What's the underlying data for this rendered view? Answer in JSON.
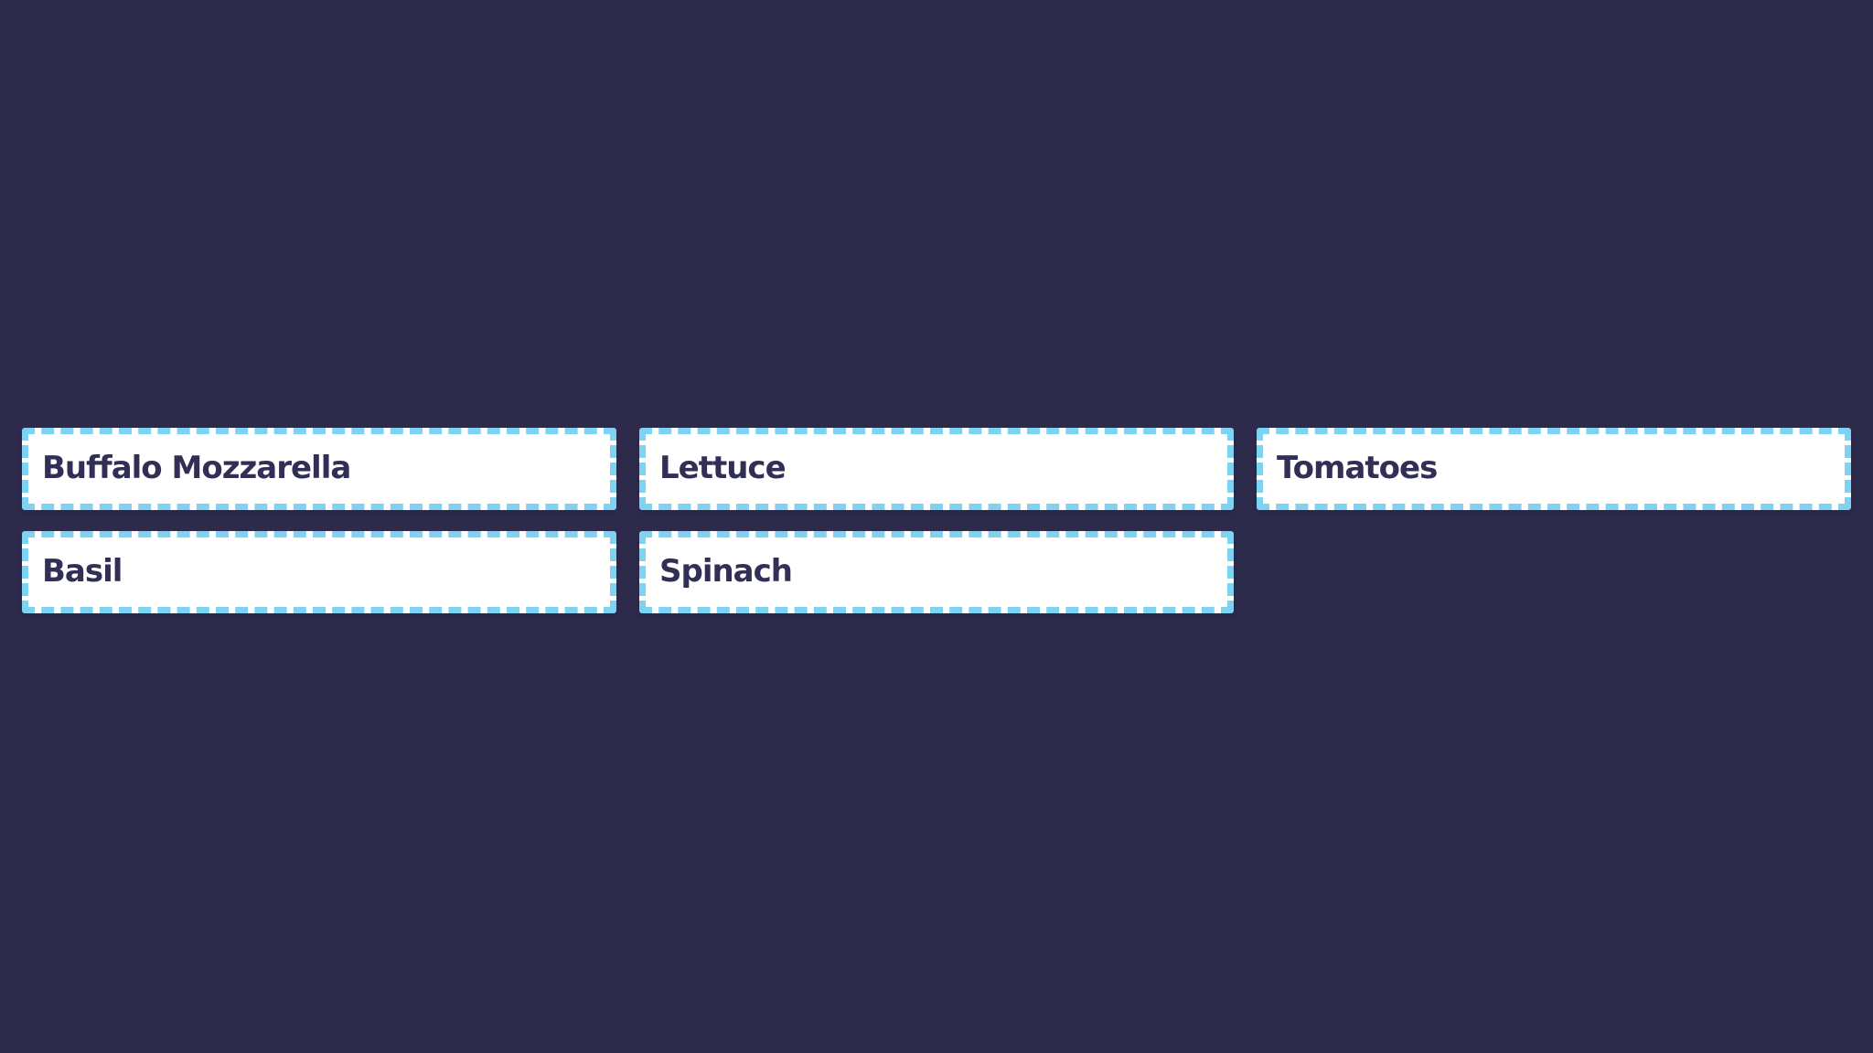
{
  "theme": {
    "background": "#2d2a4c",
    "chip_fill": "#ffffff",
    "chip_border": "#7fd3f2",
    "chip_text": "#322f56"
  },
  "grid": {
    "columns": 3,
    "items": [
      {
        "label": "Buffalo Mozzarella"
      },
      {
        "label": "Lettuce"
      },
      {
        "label": "Tomatoes"
      },
      {
        "label": "Basil"
      },
      {
        "label": "Spinach"
      }
    ]
  }
}
